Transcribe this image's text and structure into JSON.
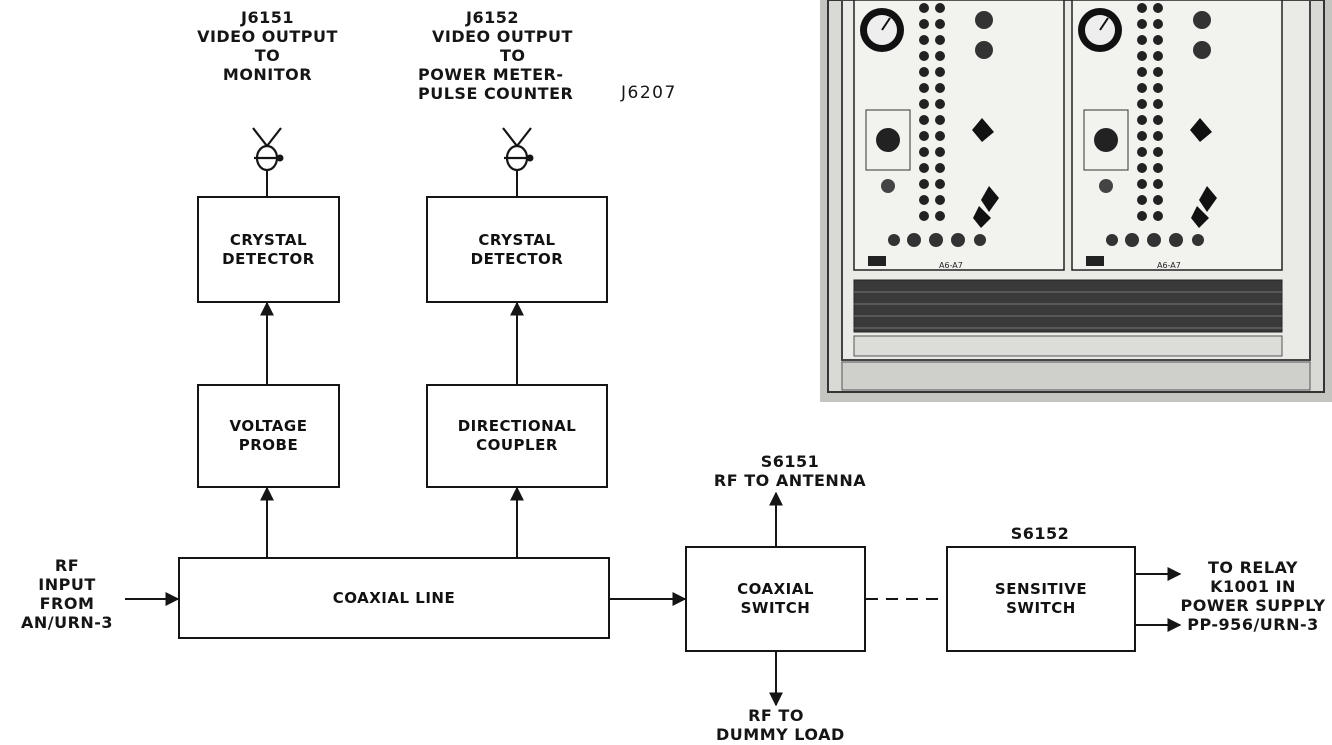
{
  "labels": {
    "j6151": [
      "J6151",
      "VIDEO OUTPUT",
      "TO",
      "MONITOR"
    ],
    "j6152": [
      "J6152",
      "VIDEO OUTPUT",
      "TO",
      "POWER METER-",
      "PULSE COUNTER"
    ],
    "j6207": "J6207",
    "s6151": [
      "S6151",
      "RF TO ANTENNA"
    ],
    "rf_input": [
      "RF",
      "INPUT",
      "FROM",
      "AN/URN-3"
    ],
    "s6152": "S6152",
    "to_relay": [
      "TO RELAY",
      "K1001 IN",
      "POWER SUPPLY",
      "PP-956/URN-3"
    ],
    "dummy_load": [
      "RF TO",
      "DUMMY LOAD"
    ]
  },
  "blocks": {
    "crystal_detector_1": [
      "CRYSTAL",
      "DETECTOR"
    ],
    "crystal_detector_2": [
      "CRYSTAL",
      "DETECTOR"
    ],
    "voltage_probe": [
      "VOLTAGE",
      "PROBE"
    ],
    "directional_coupler": [
      "DIRECTIONAL",
      "COUPLER"
    ],
    "coaxial_line": [
      "COAXIAL LINE"
    ],
    "coaxial_switch": [
      "COAXIAL",
      "SWITCH"
    ],
    "sensitive_switch": [
      "SENSITIVE",
      "SWITCH"
    ]
  },
  "photo": {
    "panel_labels": [
      "A6-A7",
      "A6-A7"
    ]
  },
  "colors": {
    "ink": "#151515",
    "photo_bg": "#c9c9c6",
    "panel": "#e8e8e4"
  }
}
